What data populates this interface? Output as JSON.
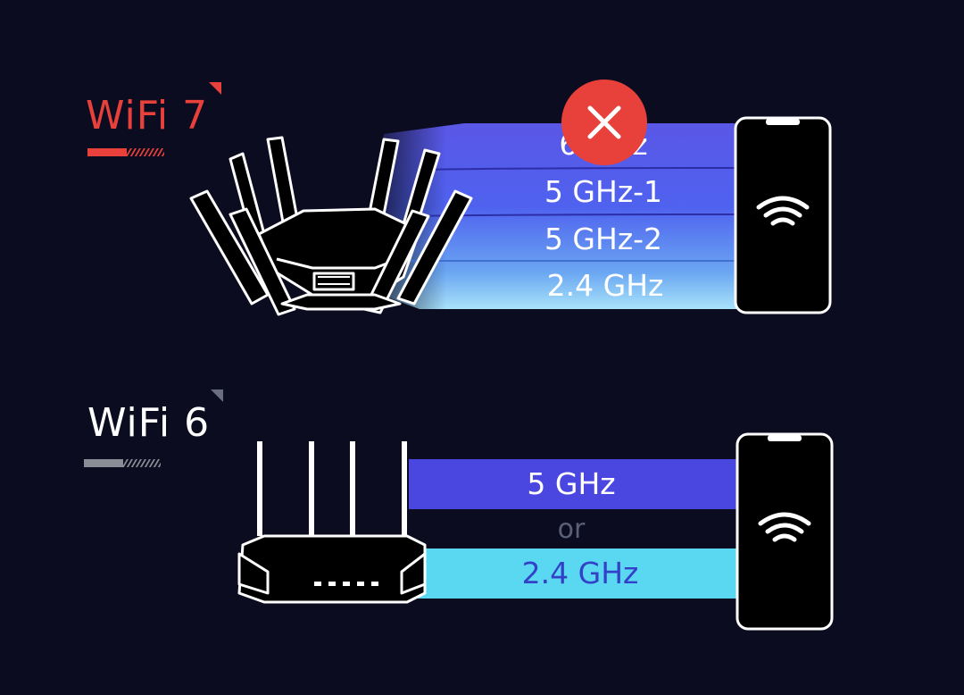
{
  "wifi7": {
    "title": "WiFi 7",
    "bands": [
      "6 GHz",
      "5 GHz-1",
      "5 GHz-2",
      "2.4 GHz"
    ],
    "blocked_band_icon": "x-icon",
    "colors": {
      "accent": "#e8403a",
      "band_top": "#5b5ee8",
      "band_bottom": "#9fdcf8"
    }
  },
  "wifi6": {
    "title": "WiFi 6",
    "bands": [
      "5 GHz",
      "2.4 GHz"
    ],
    "separator": "or",
    "colors": {
      "band_5": "#4a47e0",
      "band_24": "#5ad8f2",
      "band_24_text": "#3340c8"
    }
  },
  "device_icon": "wifi-icon"
}
